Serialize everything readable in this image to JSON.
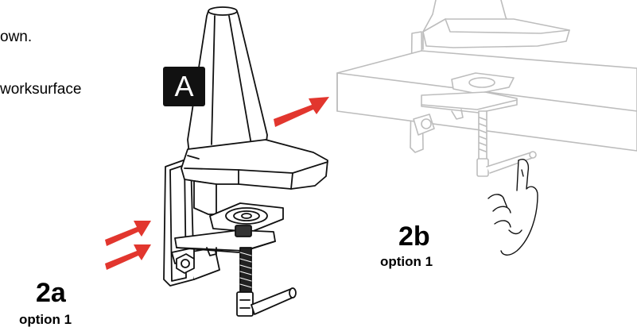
{
  "instructions": {
    "line1": "own.",
    "line2": "worksurface"
  },
  "part_badge": "A",
  "step_2a": {
    "number": "2a",
    "label": "option 1"
  },
  "step_2b": {
    "number": "2b",
    "label": "option 1"
  },
  "colors": {
    "arrow": "#e2362e",
    "line": "#111111",
    "faded_line": "#bdbdbd",
    "badge": "#111111"
  }
}
